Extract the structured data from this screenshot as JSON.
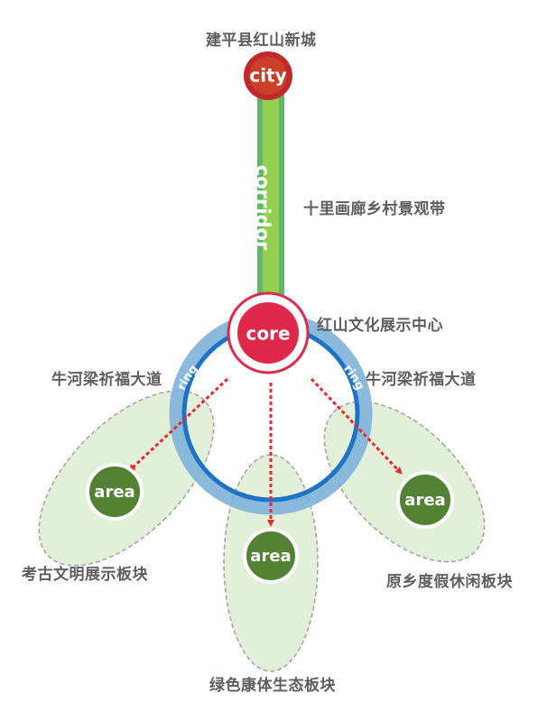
{
  "labels": {
    "city_name": "建平县红山新城",
    "corridor_name": "十里画廊乡村景观带",
    "core_name": "红山文化展示中心",
    "road_left": "牛河梁祈福大道",
    "road_right": "牛河梁祈福大道",
    "area_left": "考古文明展示板块",
    "area_center": "绿色康体生态板块",
    "area_right": "原乡度假休闲板块"
  },
  "nodes": {
    "city": "city",
    "corridor": "corridor",
    "core": "core",
    "ring_left": "ring",
    "ring_right": "ring",
    "area_left": "area",
    "area_center": "area",
    "area_right": "area"
  },
  "colors": {
    "city_fill": "#c0282b",
    "city_stroke": "#b52025",
    "corridor_green": "#92d050",
    "corridor_edge": "#5fb86a",
    "core_fill": "#e0294a",
    "ring_outer": "#7fb3d9",
    "ring_inner": "#1f73c4",
    "area_fill": "#548235",
    "petal_fill": "#e2efd9",
    "petal_stroke": "#a6a6a6",
    "arrow": "#e8282b",
    "label_text": "#5e5e5e"
  }
}
